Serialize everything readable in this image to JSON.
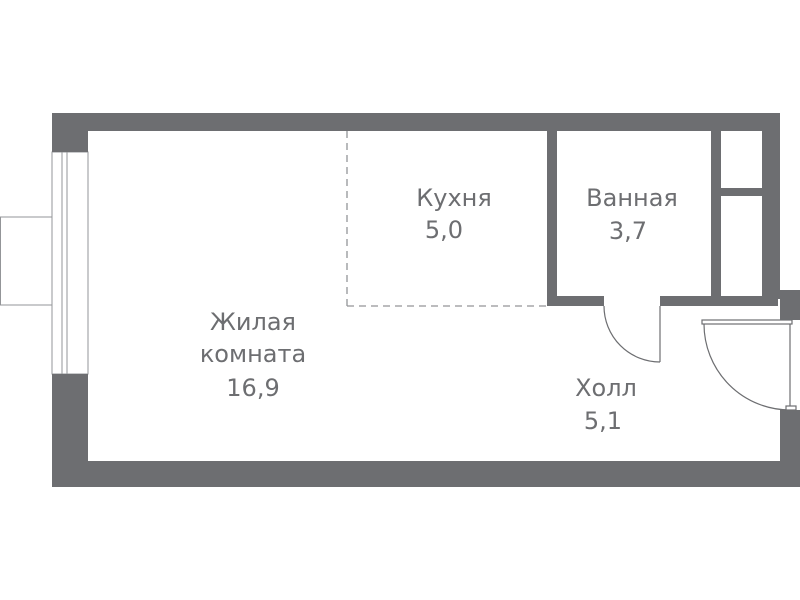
{
  "colors": {
    "wall": "#6d6e71",
    "background": "#ffffff",
    "text": "#6d6e71",
    "dashed_line": "#939598"
  },
  "rooms": [
    {
      "name_lines": [
        "Жилая",
        "комната"
      ],
      "area": "16,9"
    },
    {
      "name_lines": [
        "Кухня"
      ],
      "area": "5,0"
    },
    {
      "name_lines": [
        "Ванная"
      ],
      "area": "3,7"
    },
    {
      "name_lines": [
        "Холл"
      ],
      "area": "5,1"
    }
  ]
}
